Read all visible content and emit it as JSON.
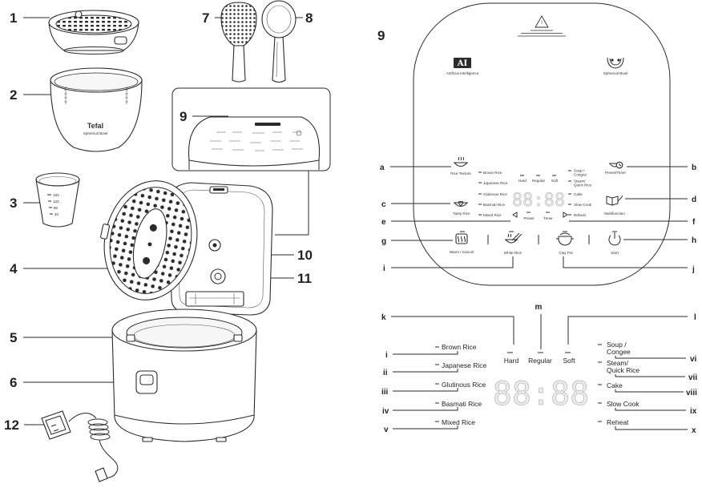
{
  "callouts": {
    "n1": "1",
    "n2": "2",
    "n3": "3",
    "n4": "4",
    "n5": "5",
    "n6": "6",
    "n7": "7",
    "n8": "8",
    "n9_inset": "9",
    "n10": "10",
    "n11": "11",
    "n12": "12"
  },
  "parts": {
    "bowl_brand": "Tefal",
    "bowl_model": "Spherical Bowl",
    "cup_marks": [
      "160",
      "120",
      "80",
      "40"
    ]
  },
  "panel": {
    "section_label": "9",
    "ai_badge": "AI",
    "ai_caption": "Artificial Intelligence",
    "bowl_caption": "Spherical Bowl",
    "letters": {
      "a": "a",
      "b": "b",
      "c": "c",
      "d": "d",
      "e": "e",
      "f": "f",
      "g": "g",
      "h": "h",
      "i": "i",
      "j": "j"
    },
    "buttons": {
      "rice_texture": "Rice Texture",
      "preset_timer": "Preset/Timer",
      "tasty_rice": "Tasty Rice",
      "multifunction": "Multifunction",
      "warm_cancel": "Warm / Cancel",
      "white_rice": "White Rice",
      "clay_pot": "Clay Pot",
      "start": "Start"
    },
    "menu_left": [
      "Brown Rice",
      "Japanese Rice",
      "Glutinous Rice",
      "Basmati Rice",
      "Mixed Rice"
    ],
    "menu_right": [
      [
        "Soup /",
        "Congee"
      ],
      [
        "Steam/",
        "Quick Rice"
      ],
      [
        "Cake"
      ],
      [
        "Slow Cook"
      ],
      [
        "Reheat"
      ]
    ],
    "textures": [
      "Hard",
      "Regular",
      "Soft"
    ],
    "display": "88:88",
    "preset": "Preset",
    "timer": "Timer"
  },
  "detail": {
    "letters": {
      "k": "k",
      "l": "l",
      "m": "m"
    },
    "textures": [
      "Hard",
      "Regular",
      "Soft"
    ],
    "numerals_left": [
      "i",
      "ii",
      "iii",
      "iv",
      "v"
    ],
    "menu_left": [
      "Brown Rice",
      "Japanese Rice",
      "Glutinous Rice",
      "Basmati Rice",
      "Mixed Rice"
    ],
    "numerals_right": [
      "vi",
      "vii",
      "viii",
      "ix",
      "x"
    ],
    "menu_right": [
      [
        "Soup /",
        "Congee"
      ],
      [
        "Steam/",
        "Quick Rice"
      ],
      [
        "Cake"
      ],
      [
        "Slow Cook"
      ],
      [
        "Reheat"
      ]
    ],
    "display": "88:88"
  },
  "colors": {
    "line": "#2b2b2b",
    "segment_fill": "#ececec"
  }
}
